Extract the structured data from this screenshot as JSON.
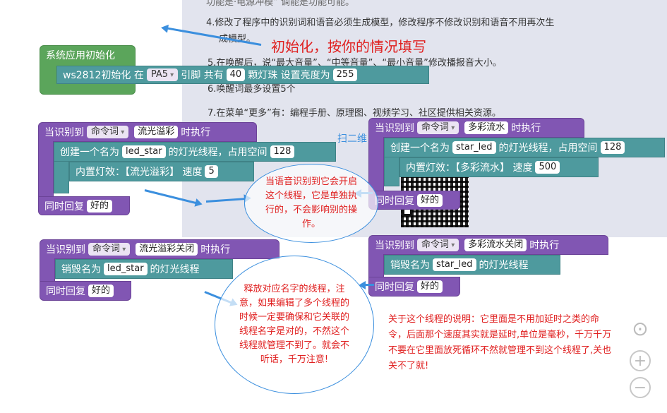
{
  "notes": {
    "line0": "功能是·电源冲模” 调能是功能可能。",
    "line1": "4.修改了程序中的识别词和语音必须生成模型，修改程序不修改识别和语音不用再次生",
    "line1b": "成模型。",
    "line2": "5.在唤醒后，说“最大音量”、“中等音量”、“最小音量”修改播报音大小。",
    "line3": "6.唤醒词最多设置5个",
    "line4": "7.在菜单“更多”有：编程手册、原理图、视频学习、社区提供相关资源。",
    "scan": "扫二维"
  },
  "init_block": {
    "title": "系统应用初始化",
    "ws_prefix": "ws2812初始化 在",
    "pin": "PA5",
    "pin_suffix": "引脚 共有",
    "count": "40",
    "count_suffix": "颗灯珠 设置亮度为",
    "brightness": "255",
    "annotation": "初始化，按你的情况填写"
  },
  "blocks": {
    "b1": {
      "prefix": "当识别到",
      "dropdown": "命令词",
      "word": "流光溢彩",
      "suffix": "时执行",
      "create_prefix": "创建一个名为",
      "thread": "led_star",
      "create_mid": "的灯光线程，占用空间",
      "space": "128",
      "effect_prefix": "内置灯效：【流光溢彩】 速度",
      "speed": "5",
      "reply_prefix": "同时回复",
      "reply": "好的"
    },
    "b2": {
      "prefix": "当识别到",
      "dropdown": "命令词",
      "word": "多彩流水",
      "suffix": "时执行",
      "create_prefix": "创建一个名为",
      "thread": "star_led",
      "create_mid": "的灯光线程，占用空间",
      "space": "128",
      "effect_prefix": "内置灯效：【多彩流水】 速度",
      "speed": "500",
      "reply_prefix": "同时回复",
      "reply": "好的"
    },
    "b3": {
      "prefix": "当识别到",
      "dropdown": "命令词",
      "word": "流光溢彩关闭",
      "suffix": "时执行",
      "destroy_prefix": "销毁名为",
      "thread": "led_star",
      "destroy_suffix": "的灯光线程",
      "reply_prefix": "同时回复",
      "reply": "好的"
    },
    "b4": {
      "prefix": "当识别到",
      "dropdown": "命令词",
      "word": "多彩流水关闭",
      "suffix": "时执行",
      "destroy_prefix": "销毁名为",
      "thread": "star_led",
      "destroy_suffix": "的灯光线程",
      "reply_prefix": "同时回复",
      "reply": "好的"
    }
  },
  "bubbles": {
    "thread_note": "当语音识别到它会开启这个线程，它是单独执行的，不会影响别的操作。",
    "release_note": "释放对应名字的线程，注意，如果编辑了多个线程的时候一定要确保和它关联的线程名字是对的，不然这个线程就管理不到了。就会不听话，千万注意!",
    "explain_note": "关于这个线程的说明：它里面是不用加延时之类的命令，后面那个速度其实就是延时,单位是毫秒，千万千万不要在它里面放死循环不然就管理不到这个线程了,关也关不了就!"
  },
  "zoom": {
    "center": "⊙",
    "plus": "+",
    "minus": "−"
  },
  "colors": {
    "block_purple": "#8156b3",
    "block_teal": "#4e9a9e",
    "block_green": "#5ba55b",
    "annotation_red": "#e02020",
    "arrow_blue": "#3b8fde"
  }
}
